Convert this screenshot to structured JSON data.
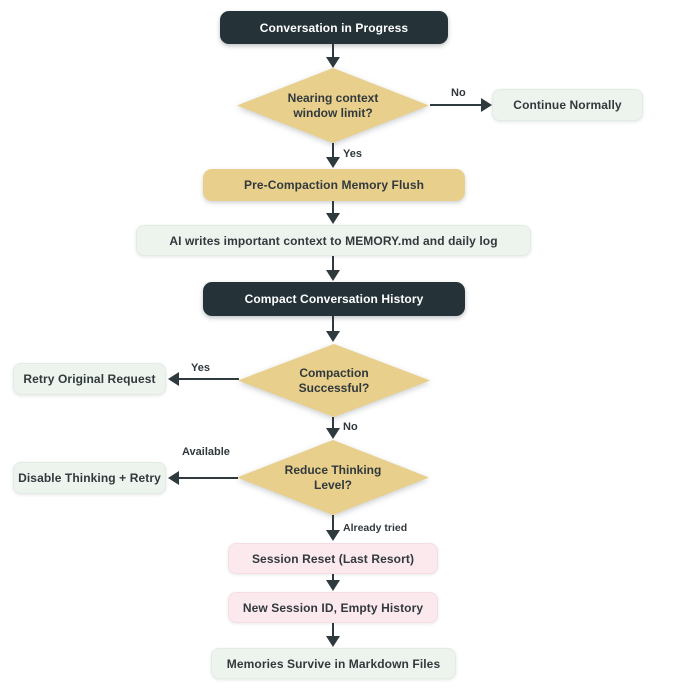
{
  "colors": {
    "background": "#ffffff",
    "dark": "#253339",
    "dark_text": "#ffffff",
    "tan": "#e8cf8b",
    "green": "#edf4ee",
    "green_border": "#e2ece4",
    "pink": "#fce9ee",
    "pink_border": "#f6dde5",
    "arrow": "#2e3a3e",
    "text": "#31393d"
  },
  "nodes": {
    "start": {
      "label": "Conversation in Progress"
    },
    "limit_check": {
      "line1": "Nearing context",
      "line2": "window limit?"
    },
    "continue_normally": {
      "label": "Continue Normally"
    },
    "memory_flush": {
      "label": "Pre-Compaction Memory Flush"
    },
    "ai_writes": {
      "label": "AI writes important context to MEMORY.md and daily log"
    },
    "compact_history": {
      "label": "Compact Conversation History"
    },
    "compaction_check": {
      "line1": "Compaction",
      "line2": "Successful?"
    },
    "retry_request": {
      "label": "Retry Original Request"
    },
    "thinking_check": {
      "line1": "Reduce Thinking",
      "line2": "Level?"
    },
    "disable_thinking": {
      "label": "Disable Thinking + Retry"
    },
    "session_reset": {
      "label": "Session Reset (Last Resort)"
    },
    "new_session": {
      "label": "New Session ID, Empty History"
    },
    "memories_survive": {
      "label": "Memories Survive in Markdown Files"
    }
  },
  "edges": {
    "no_limit": "No",
    "yes_limit": "Yes",
    "yes_compaction": "Yes",
    "no_compaction": "No",
    "available": "Available",
    "already_tried": "Already tried"
  }
}
